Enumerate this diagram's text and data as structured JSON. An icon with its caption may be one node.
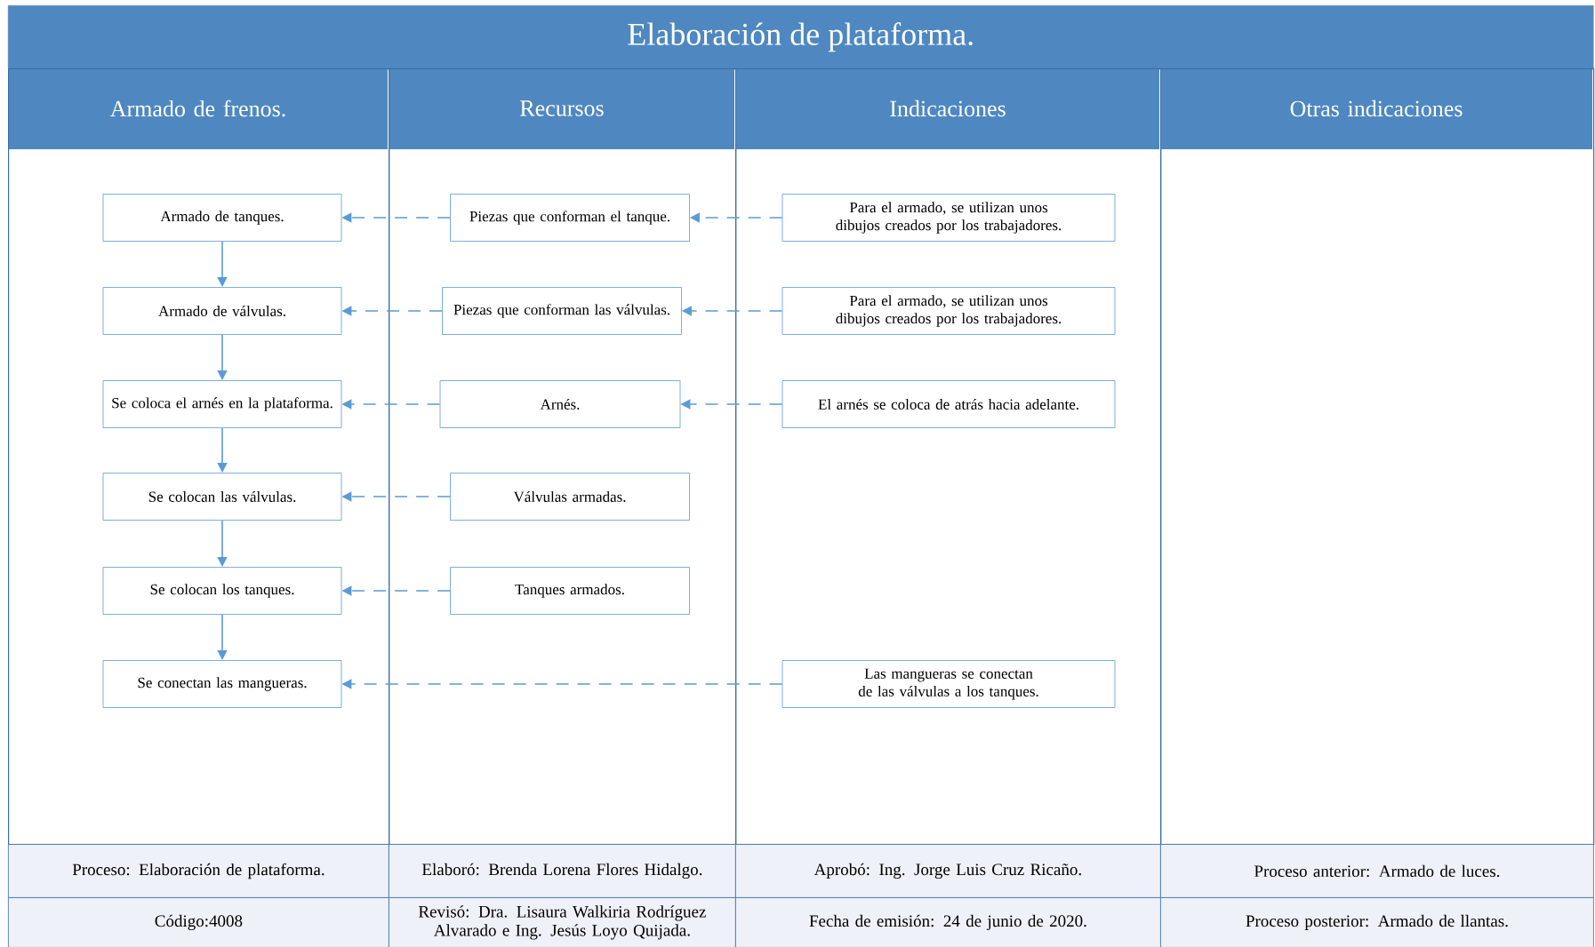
{
  "diagram": {
    "title": "Elaboración de plataforma.",
    "nodes": [
      {
        "text": [
          "Armado de frenos."
        ]
      },
      {
        "text": [
          "Recursos"
        ]
      },
      {
        "text": [
          "Indicaciones"
        ]
      },
      {
        "text": [
          "Otras indicaciones"
        ]
      },
      {
        "text": [
          "Armado de tanques."
        ],
        "in": 0
      },
      {
        "text": [
          "Armado de válvulas."
        ],
        "in": 0
      },
      {
        "text": [
          "Se coloca el arnés en la plataforma."
        ],
        "in": 0
      },
      {
        "text": [
          "Se colocan las válvulas."
        ],
        "in": 0
      },
      {
        "text": [
          "Se colocan los tanques."
        ],
        "in": 0
      },
      {
        "text": [
          "Se conectan las mangueras."
        ],
        "in": 0
      },
      {
        "text": [
          "Piezas que conforman el tanque."
        ],
        "in": 1
      },
      {
        "text": [
          "Piezas que conforman las válvulas."
        ],
        "in": 1
      },
      {
        "text": [
          "Arnés."
        ],
        "in": 1
      },
      {
        "text": [
          "Válvulas armadas."
        ],
        "in": 1
      },
      {
        "text": [
          "Tanques armados."
        ],
        "in": 1
      },
      {
        "text": [
          "Para el armado, se utilizan unos dibujos creados por los trabajadores."
        ],
        "in": 2
      },
      {
        "text": [
          "Para el armado, se utilizan unos dibujos creados por los trabajadores."
        ],
        "in": 2
      },
      {
        "text": [
          "El arnés se coloca de atrás hacia adelante."
        ],
        "in": 2
      },
      {
        "text": [
          "Las mangueras se conectan de las válvulas a los tanques."
        ],
        "in": 2
      }
    ],
    "edges": [
      {
        "from": 4,
        "to": 5,
        "arrow": "to"
      },
      {
        "from": 5,
        "to": 6,
        "arrow": "to"
      },
      {
        "from": 6,
        "to": 7,
        "arrow": "to"
      },
      {
        "from": 7,
        "to": 8,
        "arrow": "to"
      },
      {
        "from": 8,
        "to": 9,
        "arrow": "to"
      },
      {
        "from": 10,
        "to": 4,
        "arrow": "to",
        "style": "dashed"
      },
      {
        "from": 15,
        "to": 10,
        "arrow": "to",
        "style": "dashed"
      },
      {
        "from": 11,
        "to": 5,
        "arrow": "to",
        "style": "dashed"
      },
      {
        "from": 16,
        "to": 11,
        "arrow": "to",
        "style": "dashed"
      },
      {
        "from": 12,
        "to": 6,
        "arrow": "to",
        "style": "dashed"
      },
      {
        "from": 17,
        "to": 12,
        "arrow": "to",
        "style": "dashed"
      },
      {
        "from": 13,
        "to": 7,
        "arrow": "to",
        "style": "dashed"
      },
      {
        "from": 14,
        "to": 8,
        "arrow": "to",
        "style": "dashed"
      },
      {
        "from": 18,
        "to": 9,
        "arrow": "to",
        "style": "dashed"
      }
    ],
    "labels": [
      "Proceso: Elaboración de plataforma.",
      "Elaboró: Brenda Lorena Flores Hidalgo.",
      "Aprobó: Ing. Jorge Luis Cruz Ricaño.",
      "Proceso anterior: Armado de luces.",
      "Código:4008",
      "Revisó: Dra. Lisaura Walkiria Rodríguez Alvarado e Ing. Jesús Loyo Quijada.",
      "Fecha de emisión: 24 de junio de 2020.",
      "Proceso posterior: Armado de llantas."
    ]
  }
}
